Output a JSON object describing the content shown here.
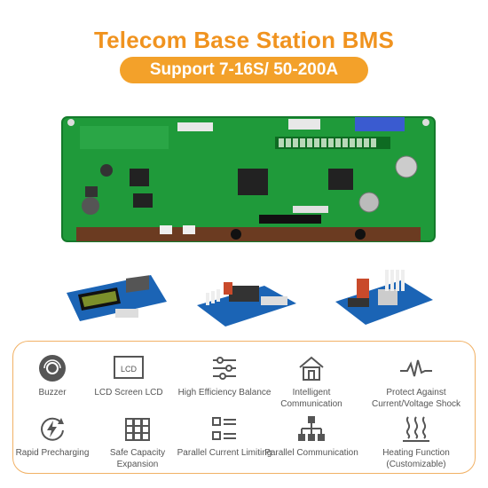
{
  "title": "Telecom Base Station BMS",
  "subtitle": "Support 7-16S/ 50-200A",
  "features": [
    {
      "icon": "buzzer-icon",
      "label": "Buzzer"
    },
    {
      "icon": "lcd-icon",
      "label": "LCD Screen LCD",
      "icon_text": "LCD"
    },
    {
      "icon": "balance-sliders-icon",
      "label": "High Efficiency Balance"
    },
    {
      "icon": "home-communication-icon",
      "label": "Intelligent Communication"
    },
    {
      "icon": "shock-protection-icon",
      "label": "Protect Against Current/Voltage Shock"
    },
    {
      "icon": "rapid-precharge-icon",
      "label": "Rapid Precharging"
    },
    {
      "icon": "capacity-expansion-icon",
      "label": "Safe Capacity Expansion"
    },
    {
      "icon": "current-limit-icon",
      "label": "Parallel Current Limiting"
    },
    {
      "icon": "network-icon",
      "label": "Parallel Communication"
    },
    {
      "icon": "heating-icon",
      "label": "Heating Function (Customizable)"
    }
  ],
  "colors": {
    "accent": "#f3a12a",
    "pcb": "#1f9a3a",
    "border": "#f1b165"
  }
}
